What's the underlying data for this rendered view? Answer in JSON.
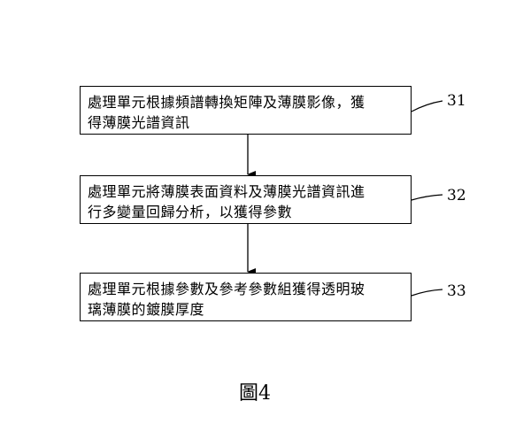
{
  "steps": [
    {
      "line1": "處理單元根據頻譜轉換矩陣及薄膜影像，獲",
      "line2": "得薄膜光譜資訊",
      "ref": "31"
    },
    {
      "line1": "處理單元將薄膜表面資料及薄膜光譜資訊進",
      "line2": "行多變量回歸分析，以獲得參數",
      "ref": "32"
    },
    {
      "line1": "處理單元根據參數及參考參數組獲得透明玻",
      "line2": "璃薄膜的鍍膜厚度",
      "ref": "33"
    }
  ],
  "caption": "圖4"
}
